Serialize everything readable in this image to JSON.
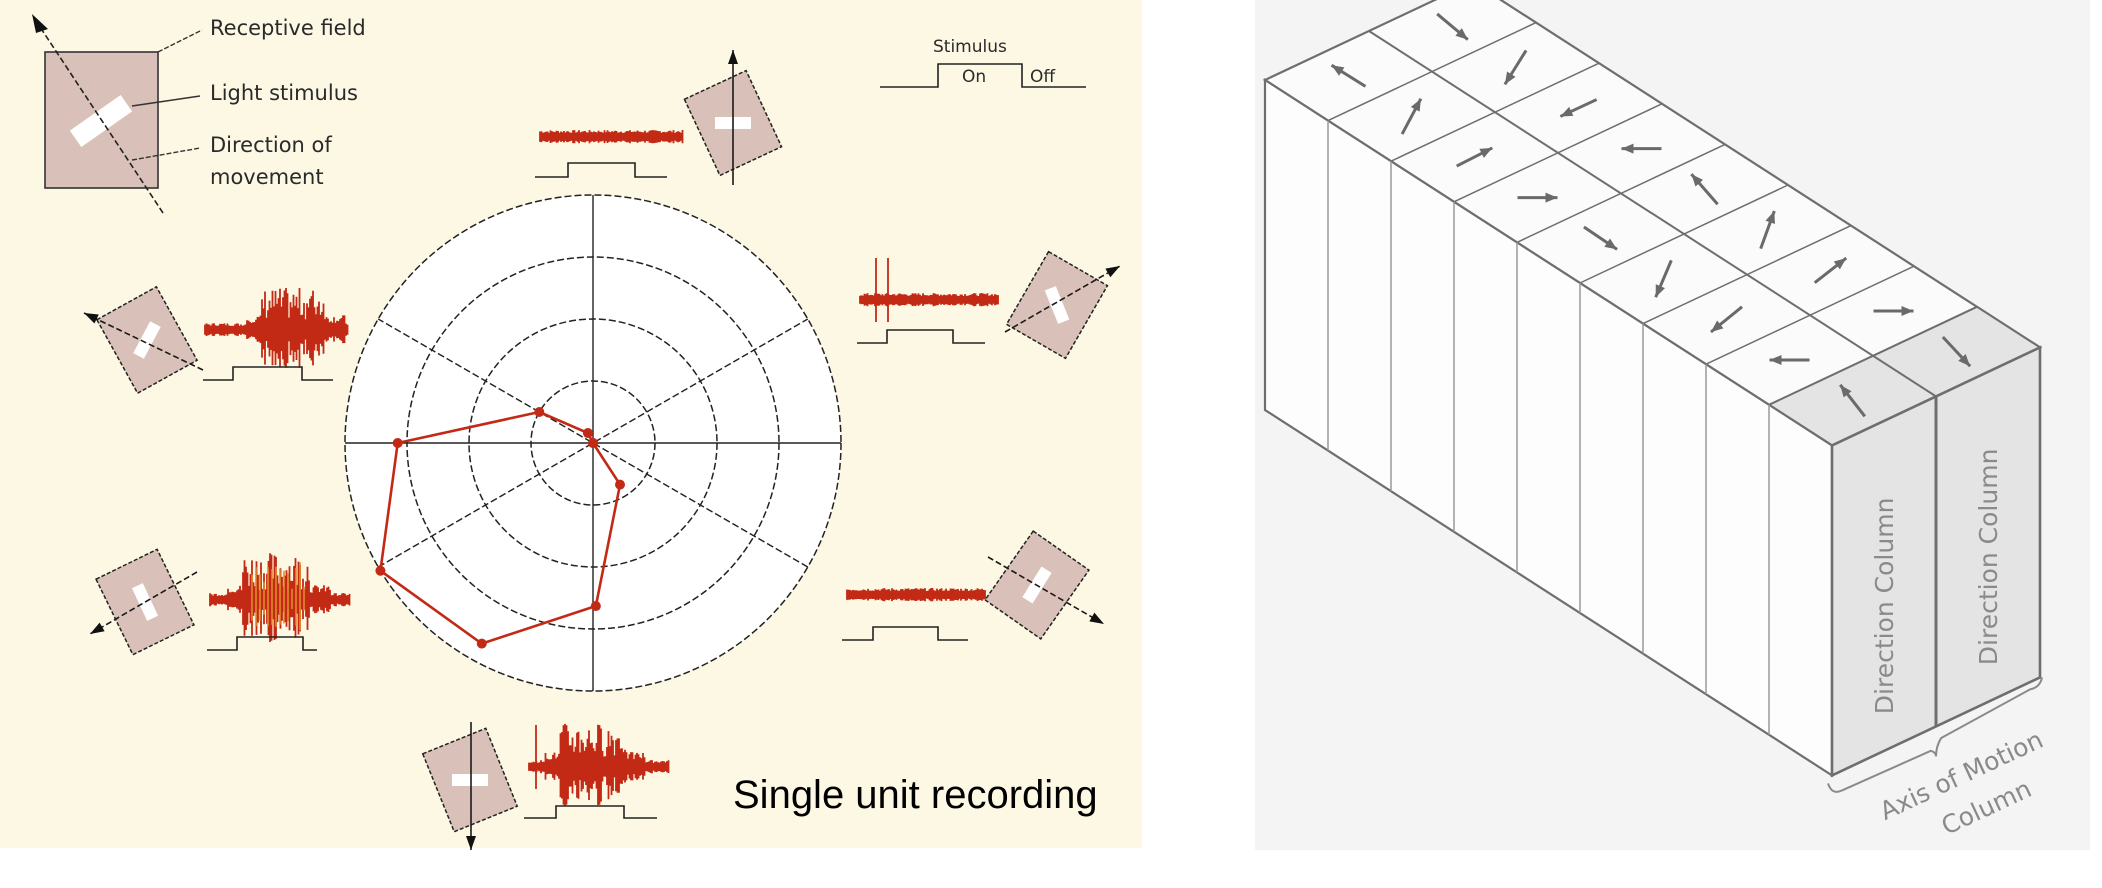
{
  "left_figure": {
    "legend": {
      "receptive_field": "Receptive field",
      "light_stimulus": "Light stimulus",
      "direction_line1": "Direction of",
      "direction_line2": "movement"
    },
    "stimulus_legend": {
      "title": "Stimulus",
      "on": "On",
      "off": "Off"
    },
    "caption": "Single unit recording",
    "polar_plot": {
      "rings": 4,
      "spoke_angles_deg": [
        0,
        30,
        90,
        150
      ],
      "response_points": [
        {
          "angle_deg": 0,
          "r": 0
        },
        {
          "angle_deg": 117,
          "r": 0.18
        },
        {
          "angle_deg": 150,
          "r": 1.0
        },
        {
          "angle_deg": 180,
          "r": 3.15
        },
        {
          "angle_deg": 211,
          "r": 4.0
        },
        {
          "angle_deg": 241,
          "r": 3.7
        },
        {
          "angle_deg": 271,
          "r": 2.63
        },
        {
          "angle_deg": 303,
          "r": 0.8
        },
        {
          "angle_deg": 0,
          "r": 0
        }
      ]
    },
    "conditions": [
      {
        "direction_deg": 90,
        "response": 0.1
      },
      {
        "direction_deg": 150,
        "response": 0.85
      },
      {
        "direction_deg": 30,
        "response": 0.2
      },
      {
        "direction_deg": 210,
        "response": 1.0
      },
      {
        "direction_deg": 330,
        "response": 0.15
      },
      {
        "direction_deg": 270,
        "response": 0.9
      }
    ]
  },
  "right_figure": {
    "column_labels": [
      "Direction Column",
      "Direction Column"
    ],
    "axis_label_line1": "Axis of Motion",
    "axis_label_line2": "Column",
    "arrow_directions_deg": {
      "front_row": [
        212,
        298,
        333,
        0,
        34,
        113,
        141,
        180,
        232
      ],
      "back_row": [
        40,
        122,
        155,
        180,
        229,
        290,
        322,
        0,
        47
      ]
    }
  },
  "colors": {
    "left_background": "#fcf8e4",
    "right_background": "#f4f4f4",
    "response": "#c22a16",
    "receptive_field": "#d9c0b8",
    "line": "#222222",
    "column_line": "#6e6e6e",
    "column_shade": "#e4e4e4"
  }
}
